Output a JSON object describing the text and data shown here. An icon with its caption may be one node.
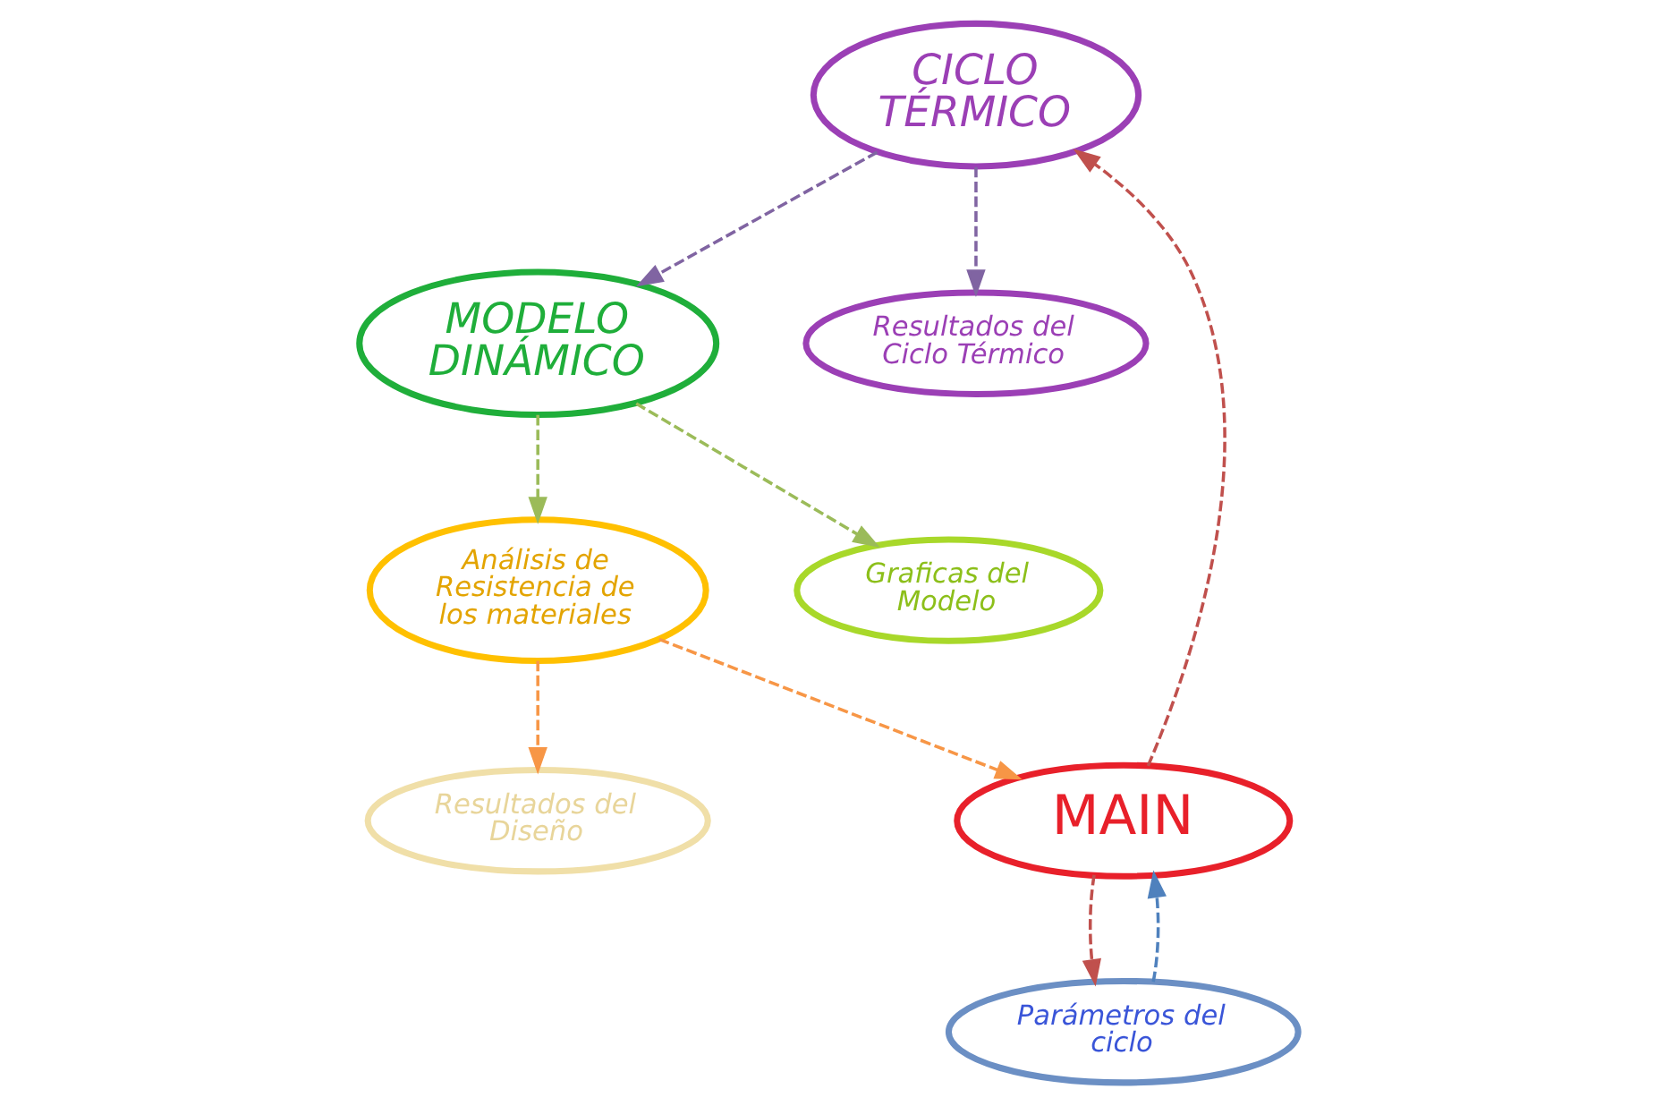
{
  "diagram": {
    "nodes": [
      {
        "text": [
          "CICLO TÉRMICO"
        ]
      },
      {
        "text": [
          "MODELO DINÁMICO"
        ]
      },
      {
        "text": [
          "Parámetros del ciclo"
        ]
      },
      {
        "text": [
          "MAIN"
        ]
      },
      {
        "text": [
          "Análisis de Resistencia de los materiales"
        ]
      },
      {
        "text": [
          "Resultados del Ciclo Térmico"
        ]
      },
      {
        "text": [
          "Graficas del Modelo"
        ]
      },
      {
        "text": [
          "Resultados del Diseño"
        ]
      }
    ],
    "edges": [
      {
        "from": 0,
        "to": 1,
        "arrow": "to",
        "style": "dashed",
        "color": "#8064a2"
      },
      {
        "from": 0,
        "to": 5,
        "arrow": "to",
        "style": "dashed",
        "color": "#8064a2"
      },
      {
        "from": 3,
        "to": 0,
        "arrow": "to",
        "style": "dashed",
        "color": "#c0504d"
      },
      {
        "from": 2,
        "to": 3,
        "arrow": "to",
        "style": "dashed",
        "color": "#4f81bd"
      },
      {
        "from": 3,
        "to": 2,
        "arrow": "to",
        "style": "dashed",
        "color": "#c0504d"
      },
      {
        "from": 1,
        "to": 4,
        "arrow": "to",
        "style": "dashed",
        "color": "#9bbb59"
      },
      {
        "from": 1,
        "to": 6,
        "arrow": "to",
        "style": "dashed",
        "color": "#9bbb59"
      },
      {
        "from": 4,
        "to": 3,
        "arrow": "to",
        "style": "dashed",
        "color": "#f79646"
      },
      {
        "from": 4,
        "to": 7,
        "arrow": "to",
        "style": "dashed",
        "color": "#f79646"
      }
    ]
  }
}
